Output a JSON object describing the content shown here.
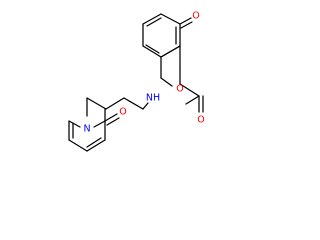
{
  "structure": {
    "atoms": [
      {
        "id": "C_oxo_ring",
        "label": ""
      },
      {
        "id": "O_oxo_ring",
        "label": "O"
      },
      {
        "id": "O_lactone",
        "label": "O"
      },
      {
        "id": "C_alpha",
        "label": ""
      },
      {
        "id": "C_amide",
        "label": ""
      },
      {
        "id": "O_amide",
        "label": "O"
      },
      {
        "id": "N_amide",
        "label": "NH"
      },
      {
        "id": "N_pyridone",
        "label": "N"
      },
      {
        "id": "O_pyridone",
        "label": "O"
      }
    ],
    "colors": {
      "carbon": "#000000",
      "nitrogen": "#0000ff",
      "oxygen": "#ff0000",
      "background": "#ffffff"
    }
  }
}
